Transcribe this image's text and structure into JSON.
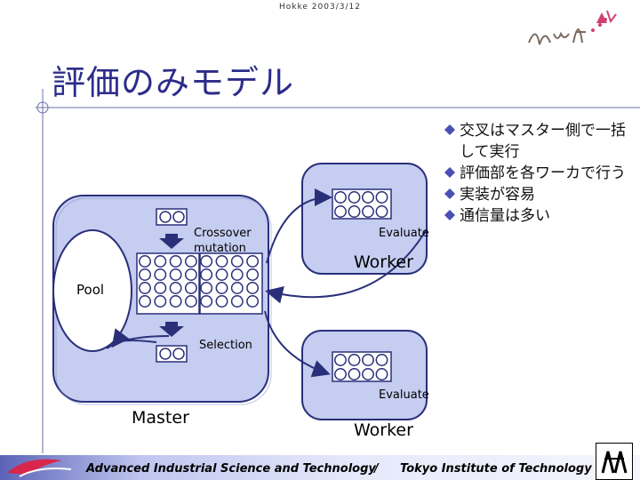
{
  "header": {
    "text": "Hokke 2003/3/12"
  },
  "title": "評価のみモデル",
  "bullets": [
    "交叉はマスター側で一括して実行",
    "評価部を各ワーカで行う",
    "実装が容易",
    "通信量は多い"
  ],
  "diagram": {
    "master_label": "Master",
    "pool_label": "Pool",
    "crossover_label": "Crossover",
    "mutation_label": "mutation",
    "selection_label": "Selection",
    "worker1": {
      "label": "Worker",
      "evaluate": "Evaluate"
    },
    "worker2": {
      "label": "Worker",
      "evaluate": "Evaluate"
    }
  },
  "footer": {
    "left": "Advanced Industrial Science and Technology",
    "separator": "/",
    "right": "Tokyo Institute of Technology"
  },
  "colors": {
    "box_fill": "#c5cdf0",
    "box_border": "#2a2f7a",
    "title": "#2c2c8a",
    "bullet_marker": "#4a4fb3"
  },
  "icons": [
    "ninf-logo-icon",
    "diamond-bullet-icon",
    "aist-logo-icon",
    "titech-logo-icon"
  ]
}
